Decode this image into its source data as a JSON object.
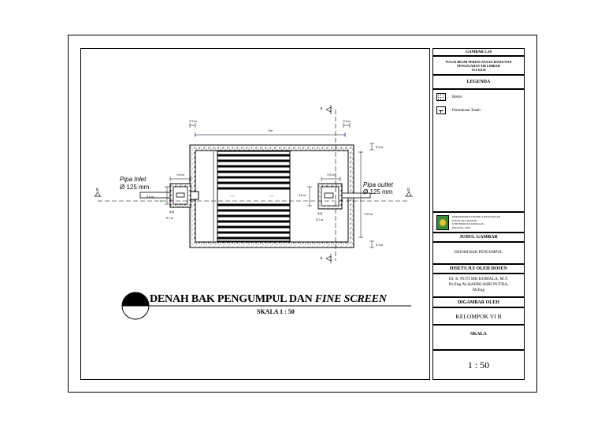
{
  "drawing": {
    "main_title": "DENAH BAK PENGUMPUL DAN",
    "main_title_italic": "FINE SCREEN",
    "scale_label": "SKALA 1 : 50",
    "inlet_label": "Pipa Inlet",
    "inlet_size": "Ø 125 mm",
    "outlet_label": "Pipa outlet",
    "outlet_size": "Ø 125 mm",
    "section_b": "B",
    "section_a": "A",
    "dims": {
      "width_4m": "4 m",
      "wall_left_top": "0,3 m",
      "wall_right_top": "0,3 m",
      "depth_top": "0,3 m",
      "height_total": "1,55 m",
      "depth_bottom": "0,3 m",
      "inlet_box_w": "0,6 m",
      "inlet_box_h": "0,6 m",
      "inlet_wall": "0,1 m",
      "outlet_box_w": "0,6 m",
      "outlet_box_h": "0,6 m",
      "outlet_wall": "0,1 m"
    }
  },
  "title_block": {
    "sheet_no": "GAMBAR 5.10",
    "project_line1": "TUGAS BESAR PERENCANAAN BANGUNAN",
    "project_line2": "PENGOLAHAN AIR LIMBAH",
    "project_code": "TLI 62120",
    "legend_header": "LEGENDA",
    "legend_items": [
      "Beton",
      "Permukaan Tanah"
    ],
    "dept_line1": "DEPARTEMEN TEKNIK LINGKUNGAN",
    "dept_line2": "FAKULTAS TEKNIK",
    "dept_line3": "UNIVERSITAS ANDALAS",
    "dept_line4": "PADANG, 2023",
    "drawing_title_header": "JUDUL GAMBAR",
    "drawing_title_value": "DENAH BAK PENGUMPUL",
    "approved_header": "DISETUJUI OLEH DOSEN",
    "approved_name1": "Dr. Ir. PUTI SRI KOMALA, M.T.",
    "approved_name2": "Dr.Eng ALQADRI ASRI PUTRA,",
    "approved_name3": "M.Eng",
    "drawn_header": "DIGAMBAR OLEH",
    "drawn_value": "KELOMPOK VI B",
    "scale_header": "SKALA",
    "scale_value": "1 : 50"
  }
}
